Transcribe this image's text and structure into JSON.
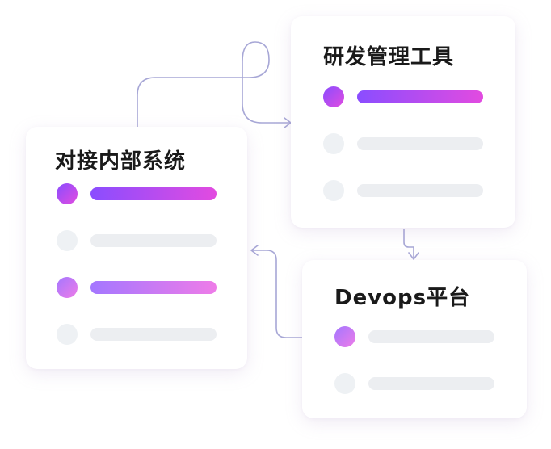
{
  "cards": {
    "devtools": {
      "title": "研发管理工具"
    },
    "internal": {
      "title": "对接内部系统"
    },
    "devops": {
      "title": "Devops平台"
    }
  },
  "colors": {
    "gradient_start": "#8a4dff",
    "gradient_end": "#e24be0",
    "placeholder": "#eceef1",
    "connector": "#a7a7d6"
  }
}
